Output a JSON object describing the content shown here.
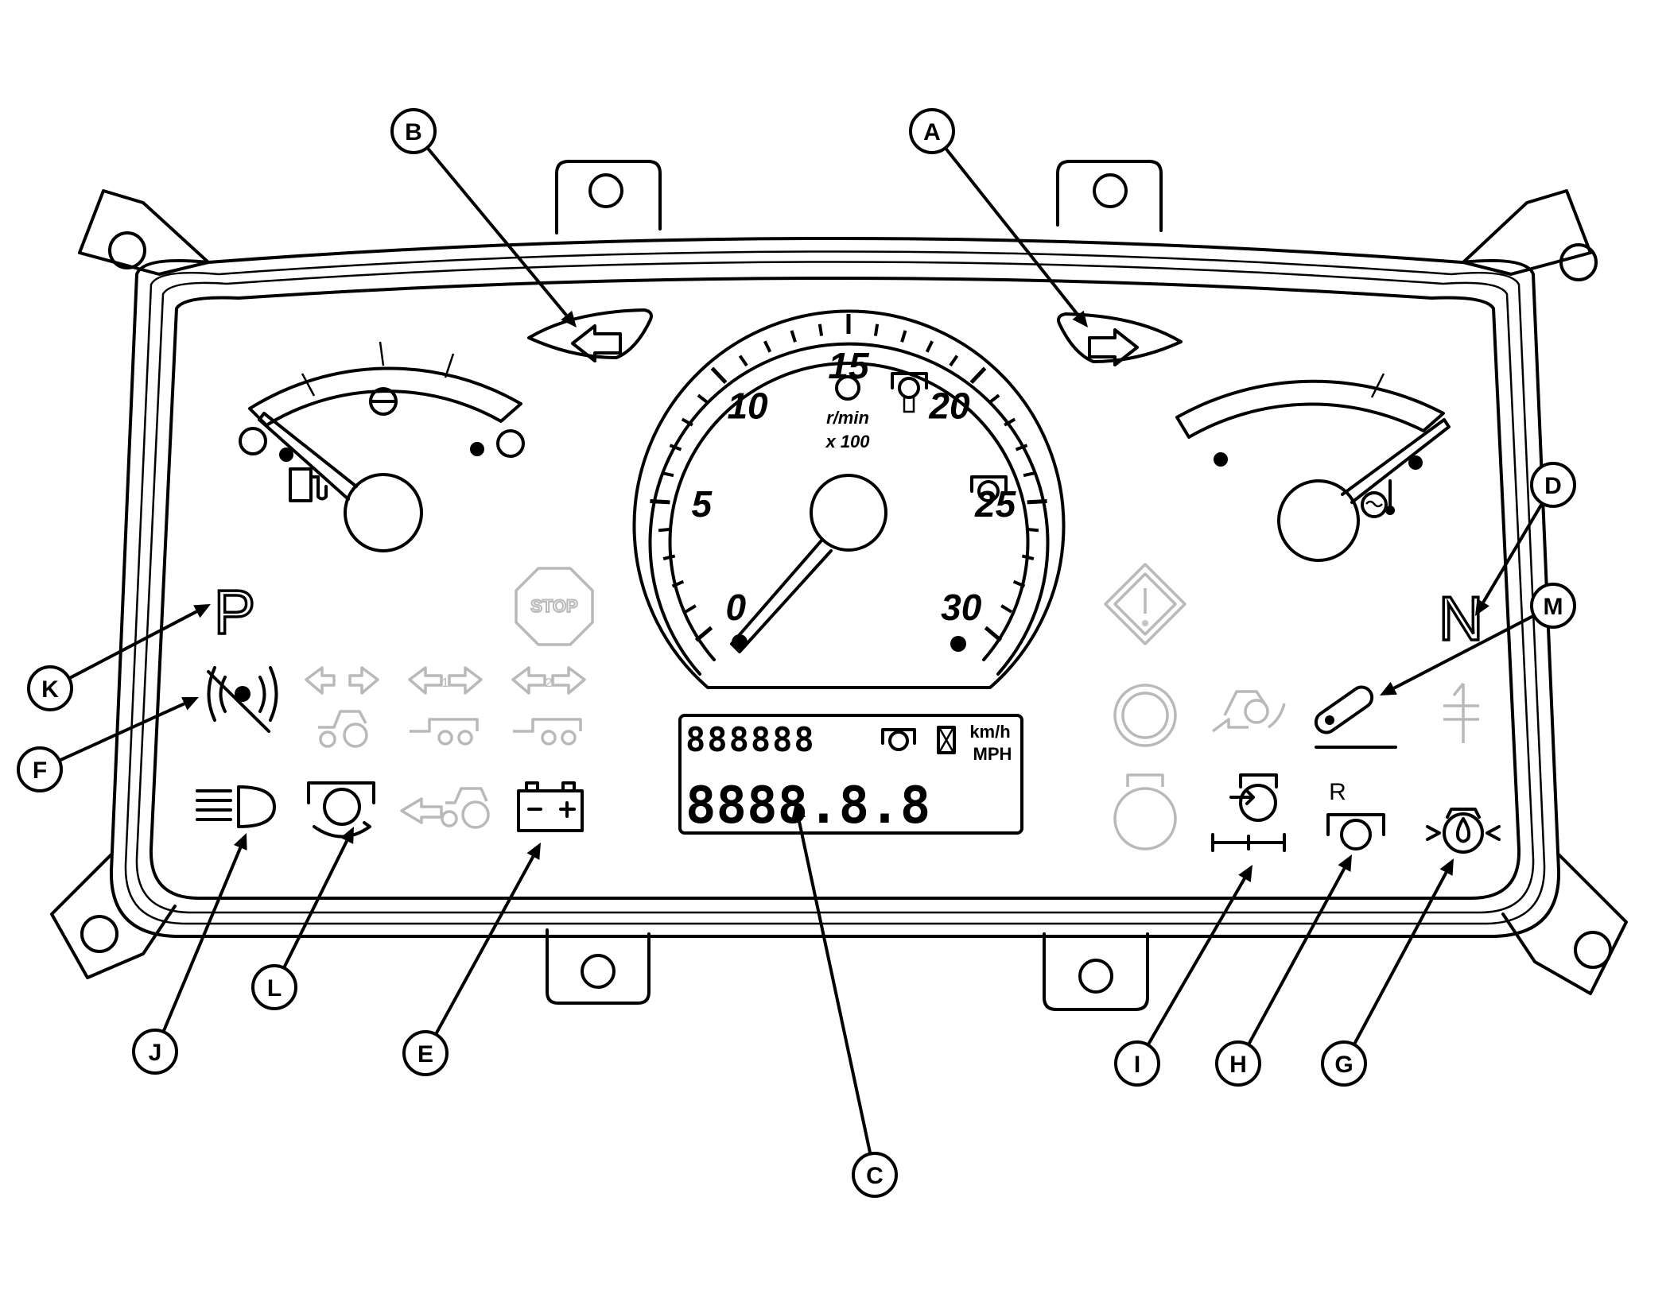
{
  "callouts": [
    {
      "letter": "A"
    },
    {
      "letter": "B"
    },
    {
      "letter": "C"
    },
    {
      "letter": "D"
    },
    {
      "letter": "E"
    },
    {
      "letter": "F"
    },
    {
      "letter": "G"
    },
    {
      "letter": "H"
    },
    {
      "letter": "I"
    },
    {
      "letter": "J"
    },
    {
      "letter": "K"
    },
    {
      "letter": "L"
    },
    {
      "letter": "M"
    }
  ],
  "tachometer": {
    "scale_labels": [
      "0",
      "5",
      "10",
      "15",
      "20",
      "25",
      "30"
    ],
    "unit": "r/min",
    "multiplier": "x 100"
  },
  "indicators": {
    "park": "P",
    "neutral": "N",
    "stop": "STOP",
    "hitch_r": "R",
    "trailer1": "1",
    "trailer2": "2"
  },
  "lcd": {
    "top_digits": "888888",
    "bottom_digits": "8888.8.8",
    "unit_kmh": "km/h",
    "unit_mph": "MPH"
  },
  "colors": {
    "outline": "#000000",
    "inactive_icon": "#b9b9b9"
  }
}
